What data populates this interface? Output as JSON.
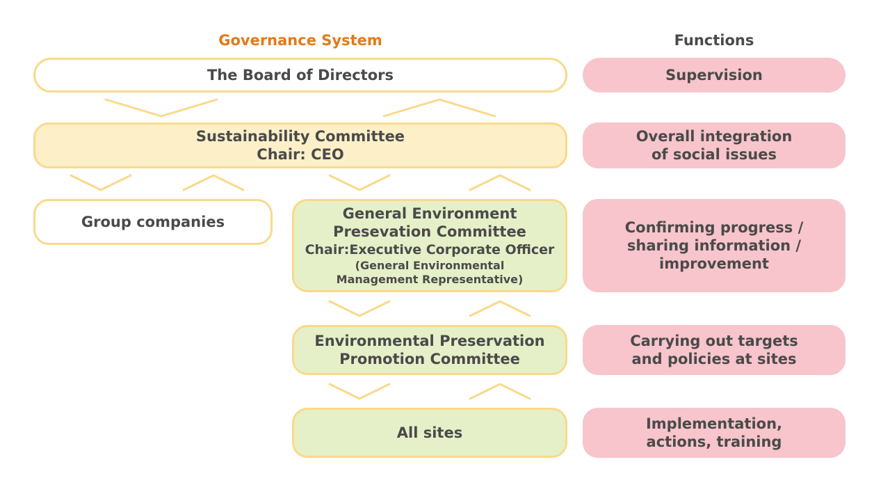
{
  "headers": {
    "governance": "Governance System",
    "functions": "Functions"
  },
  "colors": {
    "accent": "#e07b1a",
    "box_border": "#f9d98a",
    "cream_fill": "#fdf0c9",
    "green_fill": "#e6f0c8",
    "pink_fill": "#f7c5cb",
    "text": "#4a4a4a"
  },
  "governance": {
    "board": {
      "label": "The Board of Directors"
    },
    "sustainability": {
      "line1": "Sustainability Committee",
      "line2": "Chair: CEO"
    },
    "group": {
      "label": "Group companies"
    },
    "general": {
      "line1": "General Environment",
      "line2": "Presevation Committee",
      "line3": "Chair:Executive Corporate Officer",
      "line4": "(General Environmental",
      "line5": "Management Representative)"
    },
    "promotion": {
      "line1": "Environmental Preservation",
      "line2": "Promotion Committee"
    },
    "sites": {
      "label": "All sites"
    }
  },
  "functions": {
    "supervision": {
      "line1": "Supervision"
    },
    "integration": {
      "line1": "Overall integration",
      "line2": "of social issues"
    },
    "confirming": {
      "line1": "Confirming progress /",
      "line2": "sharing information /",
      "line3": "improvement"
    },
    "carrying": {
      "line1": "Carrying out targets",
      "line2": "and policies at sites"
    },
    "implementation": {
      "line1": "Implementation,",
      "line2": "actions, training"
    }
  }
}
